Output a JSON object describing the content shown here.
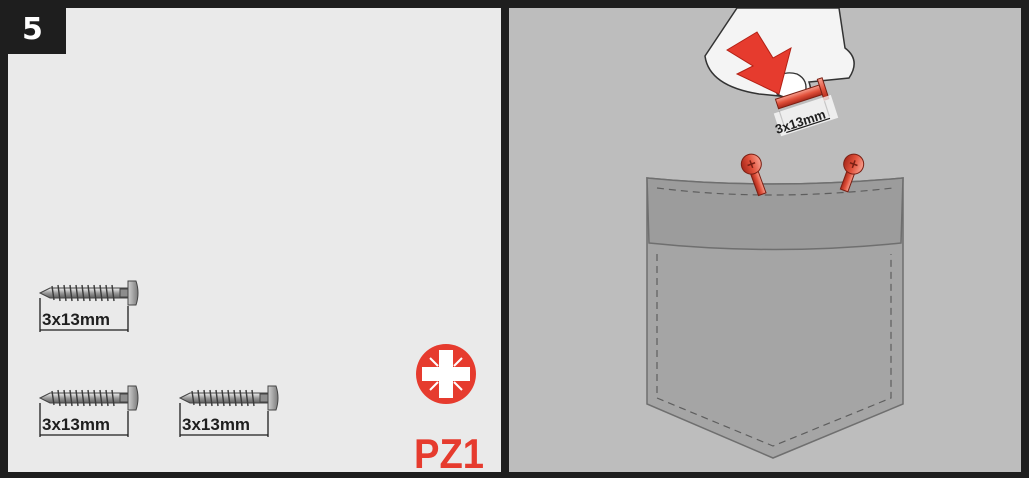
{
  "step": {
    "number": "5"
  },
  "screws": [
    {
      "label": "3x13mm"
    },
    {
      "label": "3x13mm"
    },
    {
      "label": "3x13mm"
    }
  ],
  "driver": {
    "label": "PZ1"
  },
  "hand_screw": {
    "label": "3x13mm"
  },
  "colors": {
    "accent": "#e63b2e",
    "frame": "#1e1e1e",
    "left_panel_bg": "#eaeaea",
    "right_panel_bg": "#bdbdbd",
    "pocket": "#a5a5a5"
  }
}
